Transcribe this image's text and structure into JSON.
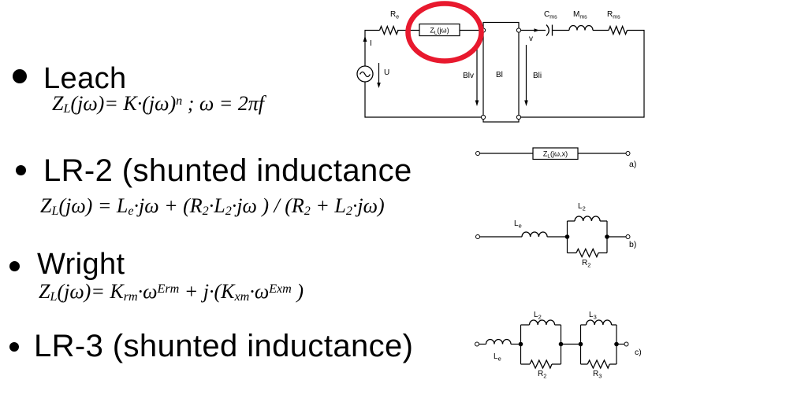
{
  "colors": {
    "background": "#ffffff",
    "ink": "#000000",
    "highlight": "#e8192e"
  },
  "sections": {
    "leach": {
      "title": "Leach"
    },
    "lr2": {
      "title": "LR-2 (shunted inductance"
    },
    "wright": {
      "title": "Wright"
    },
    "lr3": {
      "title": "LR-3 (shunted inductance)"
    }
  },
  "formulas": {
    "leach": [
      {
        "t": "Z"
      },
      {
        "t": "L",
        "m": "sub"
      },
      {
        "t": "(jω)= K·(jω)"
      },
      {
        "t": "n",
        "m": "sup"
      },
      {
        "t": " ;  ω = 2πf"
      }
    ],
    "lr2": [
      {
        "t": "Z"
      },
      {
        "t": "L",
        "m": "sub"
      },
      {
        "t": "(jω) = L"
      },
      {
        "t": "e",
        "m": "sub"
      },
      {
        "t": "·jω + (R"
      },
      {
        "t": "2",
        "m": "sub"
      },
      {
        "t": "·L"
      },
      {
        "t": "2",
        "m": "sub"
      },
      {
        "t": "·jω ) / (R"
      },
      {
        "t": "2",
        "m": "sub"
      },
      {
        "t": " + L"
      },
      {
        "t": "2",
        "m": "sub"
      },
      {
        "t": "·jω)"
      }
    ],
    "wright": [
      {
        "t": "Z"
      },
      {
        "t": "L",
        "m": "sub"
      },
      {
        "t": "(jω)= K"
      },
      {
        "t": "rm",
        "m": "sub"
      },
      {
        "t": "·ω"
      },
      {
        "t": "Erm",
        "m": "sup"
      },
      {
        "t": " + j·(K"
      },
      {
        "t": "xm",
        "m": "sub"
      },
      {
        "t": "·ω"
      },
      {
        "t": "Exm",
        "m": "sup"
      },
      {
        "t": " )"
      }
    ]
  },
  "top_circuit": {
    "current_label": "I",
    "source_label": "U",
    "velocity_label": "v",
    "re": {
      "base": "R",
      "sub": "e"
    },
    "zl_box": {
      "base": "Z",
      "sub": "L",
      "rest": "(jω)"
    },
    "cms": {
      "base": "C",
      "sub": "ms"
    },
    "mms": {
      "base": "M",
      "sub": "ms"
    },
    "rms": {
      "base": "R",
      "sub": "ms"
    },
    "blv": "Blv",
    "bl": "Bl",
    "bli": "Bli",
    "highlight_color": "#e8192e"
  },
  "diagrams": {
    "a": {
      "box": {
        "base": "Z",
        "sub": "L",
        "rest": "(jω,x)"
      },
      "caption": "a)"
    },
    "b": {
      "le": {
        "base": "L",
        "sub": "e"
      },
      "l2": {
        "base": "L",
        "sub": "2"
      },
      "r2": {
        "base": "R",
        "sub": "2"
      },
      "caption": "b)"
    },
    "c": {
      "le": {
        "base": "L",
        "sub": "e"
      },
      "l2": {
        "base": "L",
        "sub": "2"
      },
      "r2": {
        "base": "R",
        "sub": "2"
      },
      "l3": {
        "base": "L",
        "sub": "3"
      },
      "r3": {
        "base": "R",
        "sub": "3"
      },
      "caption": "c)"
    }
  }
}
